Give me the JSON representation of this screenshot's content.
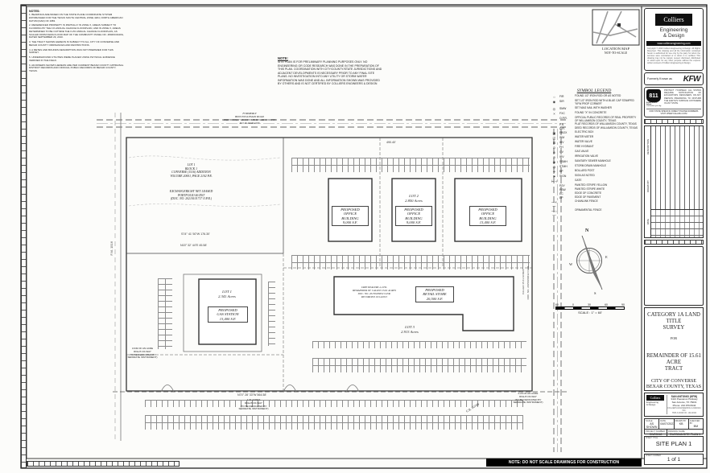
{
  "sheet": {
    "do_not_scale": "NOTE: DO NOT SCALE DRAWINGS FOR CONSTRUCTION"
  },
  "notes": {
    "title": "NOTES:",
    "items": [
      "1. BEARINGS ARE BASED ON THE STATE PLANE COORDINATE SYSTEM ESTABLISHED FOR THE TEXAS SOUTH CENTRAL ZONE 4204, NORTH AMERICAN DATUM (NAD) OF 1983.",
      "2. REFERENCED PROPERTY IS PARTIALLY IN ZONE X, AREAS SUBJECT TO FLOODING BY THE 1% ANNUAL CHANCE FLOODPLAIN, AND IN ZONE X, AREAS DETERMINED TO BE OUTSIDE THE 0.2% ANNUAL CHANCE FLOODPLAIN, AS SCALED FROM FEMA FLOOD MAP OF THE COMMUNITY PANEL NO. 48029C0440G, DATED SEPTEMBER 29, 2010.",
      "3. THE TRACT SHOWN HEREON IS SUBJECT TO ALL CITY OF CONVERSE AND BEXAR COUNTY ORDINANCES AND RESTRICTIONS.",
      "4. A METES AND BOUNDS DESCRIPTION WAS NOT PREPARED FOR THIS SURVEY.",
      "5. UNDERGROUND UTILITIES WERE PLACED USING PHYSICAL EVIDENCE VERIFIED IN THE FIELD.",
      "6. ADJOINERS SHOWN HEREON ARE PER CURRENT BEXAR COUNTY APPRAISAL DISTRICT RECORDS AND OFFICIAL PUBLIC RECORDS OF BEXAR COUNTY, TEXAS."
    ]
  },
  "plan_note": {
    "title": "NOTE:",
    "body": "SITE PLAN IS FOR PRELIMINARY PLANNING PURPOSES ONLY. NO ENGINEERING OR CODE RESEARCH WAS DONE IN THE PREPARATION OF THIS PLAN. COORDINATION WITH CITY/COUNTY/STATE JURISDICTIONS AND ADJACENT DEVELOPMENTS IS NECESSARY PRIOR TO ANY FINAL SITE PLANS. NO INVESTIGATION INTO ANY UTILITY OR STORM WATER INFORMATION WAS DONE AND ALL INFORMATION SHOWN WAS PROVIDED BY OTHERS AND IS NOT CERTIFIED BY COLLIERS ENGINEERS & DESIGN"
  },
  "legend": {
    "title": "SYMBOL LEGEND",
    "items": [
      {
        "sym": "○",
        "abbr": "FIR",
        "desc": "FOUND 1/2\" IRON ROD OR AS NOTED"
      },
      {
        "sym": "◉",
        "abbr": "SIR",
        "desc": "SET 1/2\" IRON ROD WITH A BLUE CAP STAMPED \"KFW PROP CORNER\""
      },
      {
        "sym": "◎",
        "abbr": "SMW",
        "desc": "SET MAG NAIL WITH WASHER"
      },
      {
        "sym": "×",
        "abbr": "FXC",
        "desc": "FOUND \"X\" IN CONCRETE"
      },
      {
        "sym": "",
        "abbr": "O.P.R.",
        "desc": "OFFICIAL PUBLIC RECORDS OF REAL PROPERTY OF WILLIAMSON COUNTY, TEXAS"
      },
      {
        "sym": "",
        "abbr": "P.R.",
        "desc": "PLAT RECORDS OF WILLIAMSON COUNTY, TEXAS"
      },
      {
        "sym": "",
        "abbr": "D.R.",
        "desc": "DEED RECORDS OF WILLIAMSON COUNTY, TEXAS"
      },
      {
        "sym": "▣",
        "abbr": "EBOX",
        "desc": "ELECTRIC BOX"
      },
      {
        "sym": "◫",
        "abbr": "WM",
        "desc": "WATER METER"
      },
      {
        "sym": "⊠",
        "abbr": "WV",
        "desc": "WATER VALVE"
      },
      {
        "sym": "⊙",
        "abbr": "FH",
        "desc": "FIRE HYDRANT"
      },
      {
        "sym": "⊗",
        "abbr": "GV",
        "desc": "GAS VALVE"
      },
      {
        "sym": "⊘",
        "abbr": "IRV",
        "desc": "IRRIGATION VALVE"
      },
      {
        "sym": "◉",
        "abbr": "SSMH",
        "desc": "SANITARY SEWER MANHOLE"
      },
      {
        "sym": "◍",
        "abbr": "STMH",
        "desc": "STORM DRAIN MANHOLE"
      },
      {
        "sym": "✛",
        "abbr": "BP",
        "desc": "BOLLARD POST"
      },
      {
        "sym": "⚑",
        "abbr": "SIGN",
        "desc": "SIGN AS NOTED"
      },
      {
        "sym": "⊢⊣",
        "abbr": "",
        "desc": "GATE"
      },
      {
        "sym": "",
        "abbr": "PSY",
        "desc": "PAINTED STRIPE YELLOW"
      },
      {
        "sym": "",
        "abbr": "PSW",
        "desc": "PAINTED STRIPE WHITE"
      },
      {
        "sym": "",
        "abbr": "EC",
        "desc": "EDGE OF CONCRETE"
      },
      {
        "sym": "",
        "abbr": "EP",
        "desc": "EDGE OF PAVEMENT"
      },
      {
        "sym": "—×—",
        "abbr": "",
        "desc": "CHAINLINK FENCE"
      },
      {
        "sym": "—○—",
        "abbr": "",
        "desc": "ORNAMENTAL FENCE"
      }
    ]
  },
  "location_map": {
    "line1": "LOCATION MAP",
    "line2": "NOT-TO-SCALE"
  },
  "branding": {
    "colliers": "Colliers",
    "eng1": "Engineering",
    "eng2": "& Design",
    "web": "www.colliersengineering.com",
    "copyright": "Copyright © 2023 Colliers Engineering & Design. All Rights Reserved. This drawing and all the information contained herein is authorized for use only by the party for whom the services were contracted or to whom it is certified. This drawing may not be copied, reused, disclosed, distributed or relied upon for any other purpose without the express written consent of Colliers Engineering & Design.",
    "formerly": "Formerly Known as",
    "kfw": "KFW",
    "call811": {
      "num": "811",
      "below": "Know what's below.",
      "call": "Call before you dig.",
      "protect": "PROTECT YOURSELF. ALL STATES REQUIRE NOTIFICATION OF EXCAVATORS, DESIGNERS, OR ANY PERSON PREPARING TO DISTURB THE EARTH'S SURFACE ANYWHERE IN ANY STATE.",
      "visit": "FOR STATE SPECIFIC DIRECT PHONE NUMBERS VISIT: WWW.CALL811.COM"
    }
  },
  "revisions": {
    "description_label": "DESCRIPTION",
    "drawn_label": "DRAWN BY",
    "date_label": "DATE"
  },
  "titleblock": {
    "survey_title_1": "CATEGORY 1A LAND TITLE",
    "survey_title_2": "SURVEY",
    "for_label": "FOR",
    "tract_1": "REMAINDER OF 15.61 ACRE",
    "tract_2": "TRACT",
    "city": "CITY OF CONVERSE",
    "county": "BEXAR COUNTY, TEXAS",
    "office": "SAN ANTONIO (KFW)",
    "addr1": "3421 Paesanos Parkway",
    "addr2": "San Antonio, TX 78231",
    "phone": "Phone: 210.979.8444",
    "firm1": "COLLIERS ENGINEERING & DESIGN, INC.",
    "firm2": "TBPLS FIRM NO. 10122300",
    "scale_label": "SCALE",
    "scale_value": "AS SHOWN",
    "date_label": "DATE",
    "date_value": "04/07/2023",
    "drawn_label": "DRAWN BY",
    "drawn_value": "KB",
    "checked_label": "CHECKED BY",
    "checked_value": "BM",
    "project_label": "PROJECT NUMBER",
    "project_value": "SW23048",
    "dwg_label": "DRAWING NAME",
    "dwg_value": "SW23048-SITE PLAN 1",
    "sheet_title_label": "SHEET TITLE",
    "sheet_title": "SITE PLAN 1",
    "sheet_number_label": "SHEET NUMBER",
    "page": "1   of   1"
  },
  "plan": {
    "road_top": {
      "l1": "FORMERLY",
      "l2": "BINZ ENGLEMAN ROAD",
      "l3": "PREVIOUSLY VACATED IN BEXAR COUNTY",
      "l4": "R.O.W. MAP #193"
    },
    "parcel_nw": {
      "l1": "LOT 1",
      "l2": "BLOCK 1",
      "l3": "CONVERSE (1516) ADDITION",
      "l4": "VOLUME 20001, PAGE 2102 P.R.",
      "o1": "EXCHANGERIGHT NET LEASED",
      "o2": "PORTFOLIO 46 DST",
      "o3": "(DOC. NO. 20210101717 O.P.R.)"
    },
    "lot2": {
      "name": "LOT 2",
      "acres": "2.850 Acres"
    },
    "office1": {
      "l1": "PROPOSED",
      "l2": "OFFICE",
      "l3": "BUILDING",
      "l4": "9,000 S.F."
    },
    "office2": {
      "l1": "PROPOSED",
      "l2": "OFFICE",
      "l3": "BUILDING",
      "l4": "9,000 S.F."
    },
    "office3": {
      "l1": "PROPOSED",
      "l2": "OFFICE",
      "l3": "BUILDING",
      "l4": "13,400 S.F."
    },
    "lot1": {
      "name": "LOT 1",
      "acres": "2.341 Acres"
    },
    "gas": {
      "l1": "PROPOSED",
      "l2": "GAS STATION",
      "l3": "13,400 S.F."
    },
    "retail": {
      "l1": "PROPOSED",
      "l2": "RETAIL STORE",
      "l3": "20,500 S.F."
    },
    "lot3": {
      "name": "LOT 3",
      "acres": "2.913 Acres"
    },
    "dirt": {
      "l1": "DIRT DEALERS 4, LTD.",
      "l2": "REMAINDER OF CALLED 15.61 ACRES",
      "l3": "DOC. NO. 20150189632 O.P.R.",
      "l4": "RECORDED 10/14/2015"
    },
    "dim_top": "490.40'",
    "dim_left1": "S74° 41' 50\"W  176.30'",
    "dim_left2": "N15° 32' 44\"E  45.58'",
    "dim_bottom": "N74° 28' 33\"W  564.58'",
    "row_left": {
      "l1": "3.049 OF AN ACRE",
      "l2": "RIGHT-OF-WAY",
      "l3": "(TO BE DEDICATED BY",
      "l4": "SEPARATE INSTRUMENT)"
    },
    "row_center": {
      "l1": "1.04 ACRES",
      "l2": "RIGHT-OF-WAY",
      "l3": "(TO BE DEDICATED BY",
      "l4": "SEPARATE INSTRUMENT)"
    },
    "row_right": {
      "l1": "0.29 OF AN ACRE",
      "l2": "RIGHT-OF-WAY",
      "l3": "(TO BE DEDICATED BY",
      "l4": "SEPARATE INSTRUMENT)"
    },
    "cb": "C.B. 5074B",
    "road_left_v": "F.M. 1516",
    "called_v1": "CALLED 15.61 ACRES",
    "called_v2": "DOC. NO. 20150189632 O.P.R.",
    "compass": {
      "n": "N",
      "e": "E",
      "s": "S",
      "w": "W"
    },
    "scale_bar": {
      "t1": "60",
      "t2": "0",
      "t3": "30",
      "t4": "60",
      "t5": "90",
      "caption": "SCALE : 1\" = 60'"
    }
  }
}
